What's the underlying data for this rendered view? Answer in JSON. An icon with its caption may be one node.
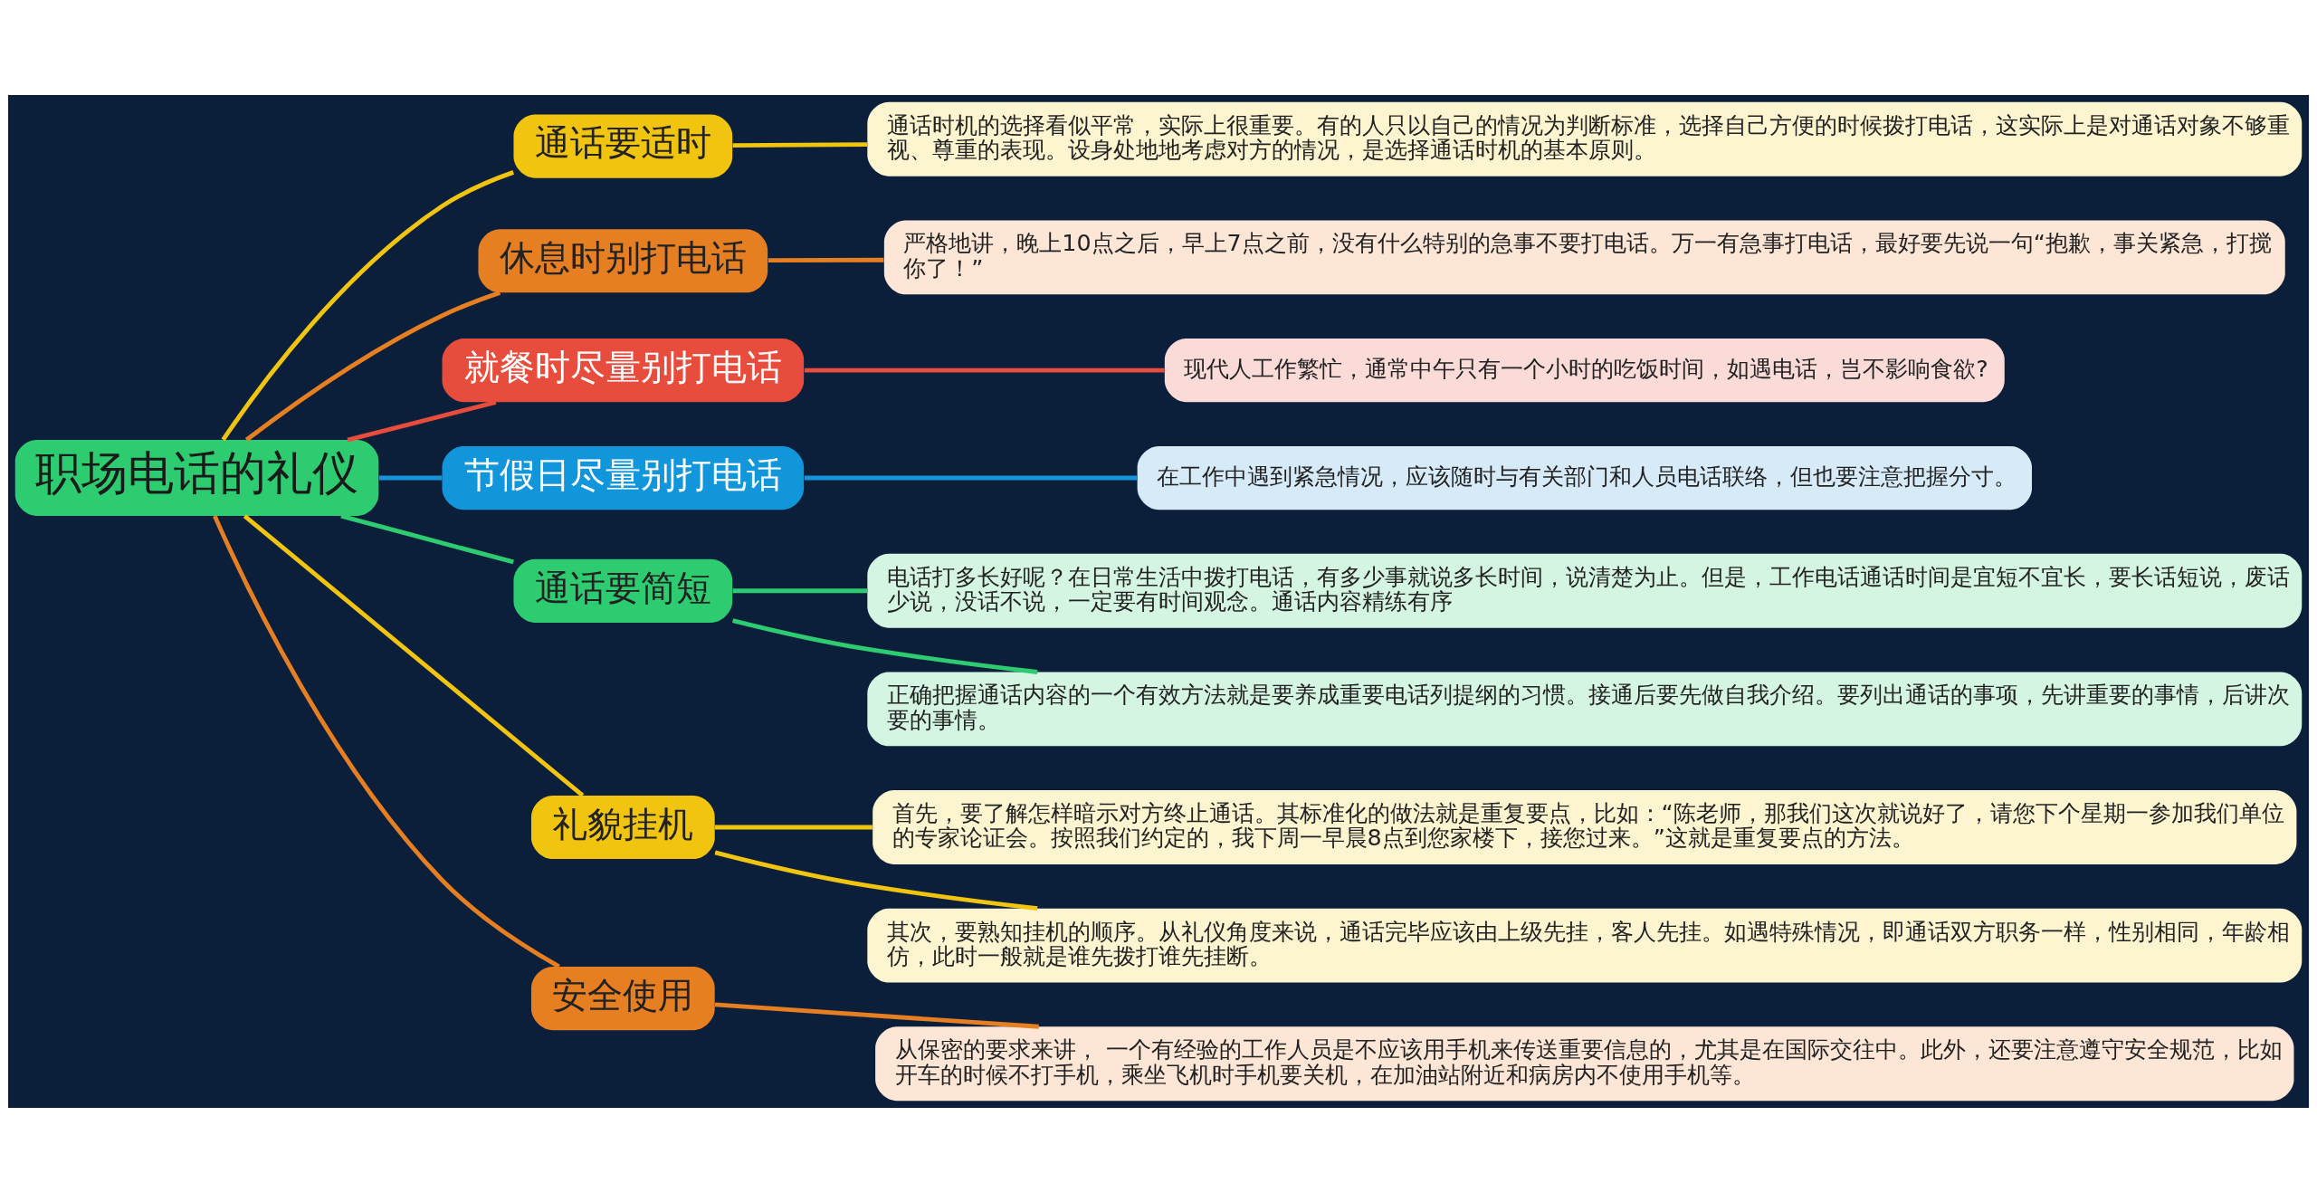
{
  "diagram": {
    "nodes": [
      {
        "text": [
          "职场电话的礼仪"
        ]
      },
      {
        "text": [
          "通话要适时"
        ]
      },
      {
        "text": [
          "通话时机的选择看似平常，实际上很重要。有的人只以自己的情况为判断标准，选择自己方便的时候拨打电话，这实际上是对通话对象不够重视、尊重的表现。设身处地地考虑对方的情况，是选择通话时机的基本原则。"
        ]
      },
      {
        "text": [
          "休息时别打电话"
        ]
      },
      {
        "text": [
          "严格地讲，晚上10点之后，早上7点之前，没有什么特别的急事不要打电话。万一有急事打电话，最好要先说一句“抱歉，事关紧急，打搅你了！”"
        ]
      },
      {
        "text": [
          "就餐时尽量别打电话"
        ]
      },
      {
        "text": [
          "现代人工作繁忙，通常中午只有一个小时的吃饭时间，如遇电话，岂不影响食欲?"
        ]
      },
      {
        "text": [
          "节假日尽量别打电话"
        ]
      },
      {
        "text": [
          "在工作中遇到紧急情况，应该随时与有关部门和人员电话联络，但也要注意把握分寸。"
        ]
      },
      {
        "text": [
          "通话要简短"
        ]
      },
      {
        "text": [
          "电话打多长好呢？在日常生活中拨打电话，有多少事就说多长时间，说清楚为止。但是，工作电话通话时间是宜短不宜长，要长话短说，废话少说，没话不说，一定要有时间观念。通话内容精练有序"
        ]
      },
      {
        "text": [
          "正确把握通话内容的一个有效方法就是要养成重要电话列提纲的习惯。接通后要先做自我介绍。要列出通话的事项，先讲重要的事情，后讲次要的事情。"
        ]
      },
      {
        "text": [
          "礼貌挂机"
        ]
      },
      {
        "text": [
          "首先，要了解怎样暗示对方终止通话。其标准化的做法就是重复要点，比如：“陈老师，那我们这次就说好了，请您下个星期一参加我们单位的专家论证会。按照我们约定的，我下周一早晨8点到您家楼下，接您过来。”这就是重复要点的方法。"
        ]
      },
      {
        "text": [
          "其次，要熟知挂机的顺序。从礼仪角度来说，通话完毕应该由上级先挂，客人先挂。如遇特殊情况，即通话双方职务一样，性别相同，年龄相仿，此时一般就是谁先拨打谁先挂断。"
        ]
      },
      {
        "text": [
          "安全使用"
        ]
      },
      {
        "text": [
          "从保密的要求来讲， 一个有经验的工作人员是不应该用手机来传送重要信息的，尤其是在国际交往中。此外，还要注意遵守安全规范，比如开车的时候不打手机，乘坐飞机时手机要关机，在加油站附近和病房内不使用手机等。"
        ]
      }
    ],
    "edges": [
      {
        "from": 0,
        "to": 1,
        "arrow": "none",
        "color": "#f1c40f"
      },
      {
        "from": 1,
        "to": 2,
        "arrow": "none",
        "color": "#f1c40f"
      },
      {
        "from": 0,
        "to": 3,
        "arrow": "none",
        "color": "#e67e22"
      },
      {
        "from": 3,
        "to": 4,
        "arrow": "none",
        "color": "#e67e22"
      },
      {
        "from": 0,
        "to": 5,
        "arrow": "none",
        "color": "#e74c3c"
      },
      {
        "from": 5,
        "to": 6,
        "arrow": "none",
        "color": "#e74c3c"
      },
      {
        "from": 0,
        "to": 7,
        "arrow": "none",
        "color": "#1296db"
      },
      {
        "from": 7,
        "to": 8,
        "arrow": "none",
        "color": "#1296db"
      },
      {
        "from": 0,
        "to": 9,
        "arrow": "none",
        "color": "#2ecc71"
      },
      {
        "from": 9,
        "to": 10,
        "arrow": "none",
        "color": "#2ecc71"
      },
      {
        "from": 9,
        "to": 11,
        "arrow": "none",
        "color": "#2ecc71"
      },
      {
        "from": 0,
        "to": 12,
        "arrow": "none",
        "color": "#f1c40f"
      },
      {
        "from": 12,
        "to": 13,
        "arrow": "none",
        "color": "#f1c40f"
      },
      {
        "from": 12,
        "to": 14,
        "arrow": "none",
        "color": "#f1c40f"
      },
      {
        "from": 0,
        "to": 15,
        "arrow": "none",
        "color": "#e67e22"
      },
      {
        "from": 15,
        "to": 16,
        "arrow": "none",
        "color": "#e67e22"
      }
    ]
  }
}
